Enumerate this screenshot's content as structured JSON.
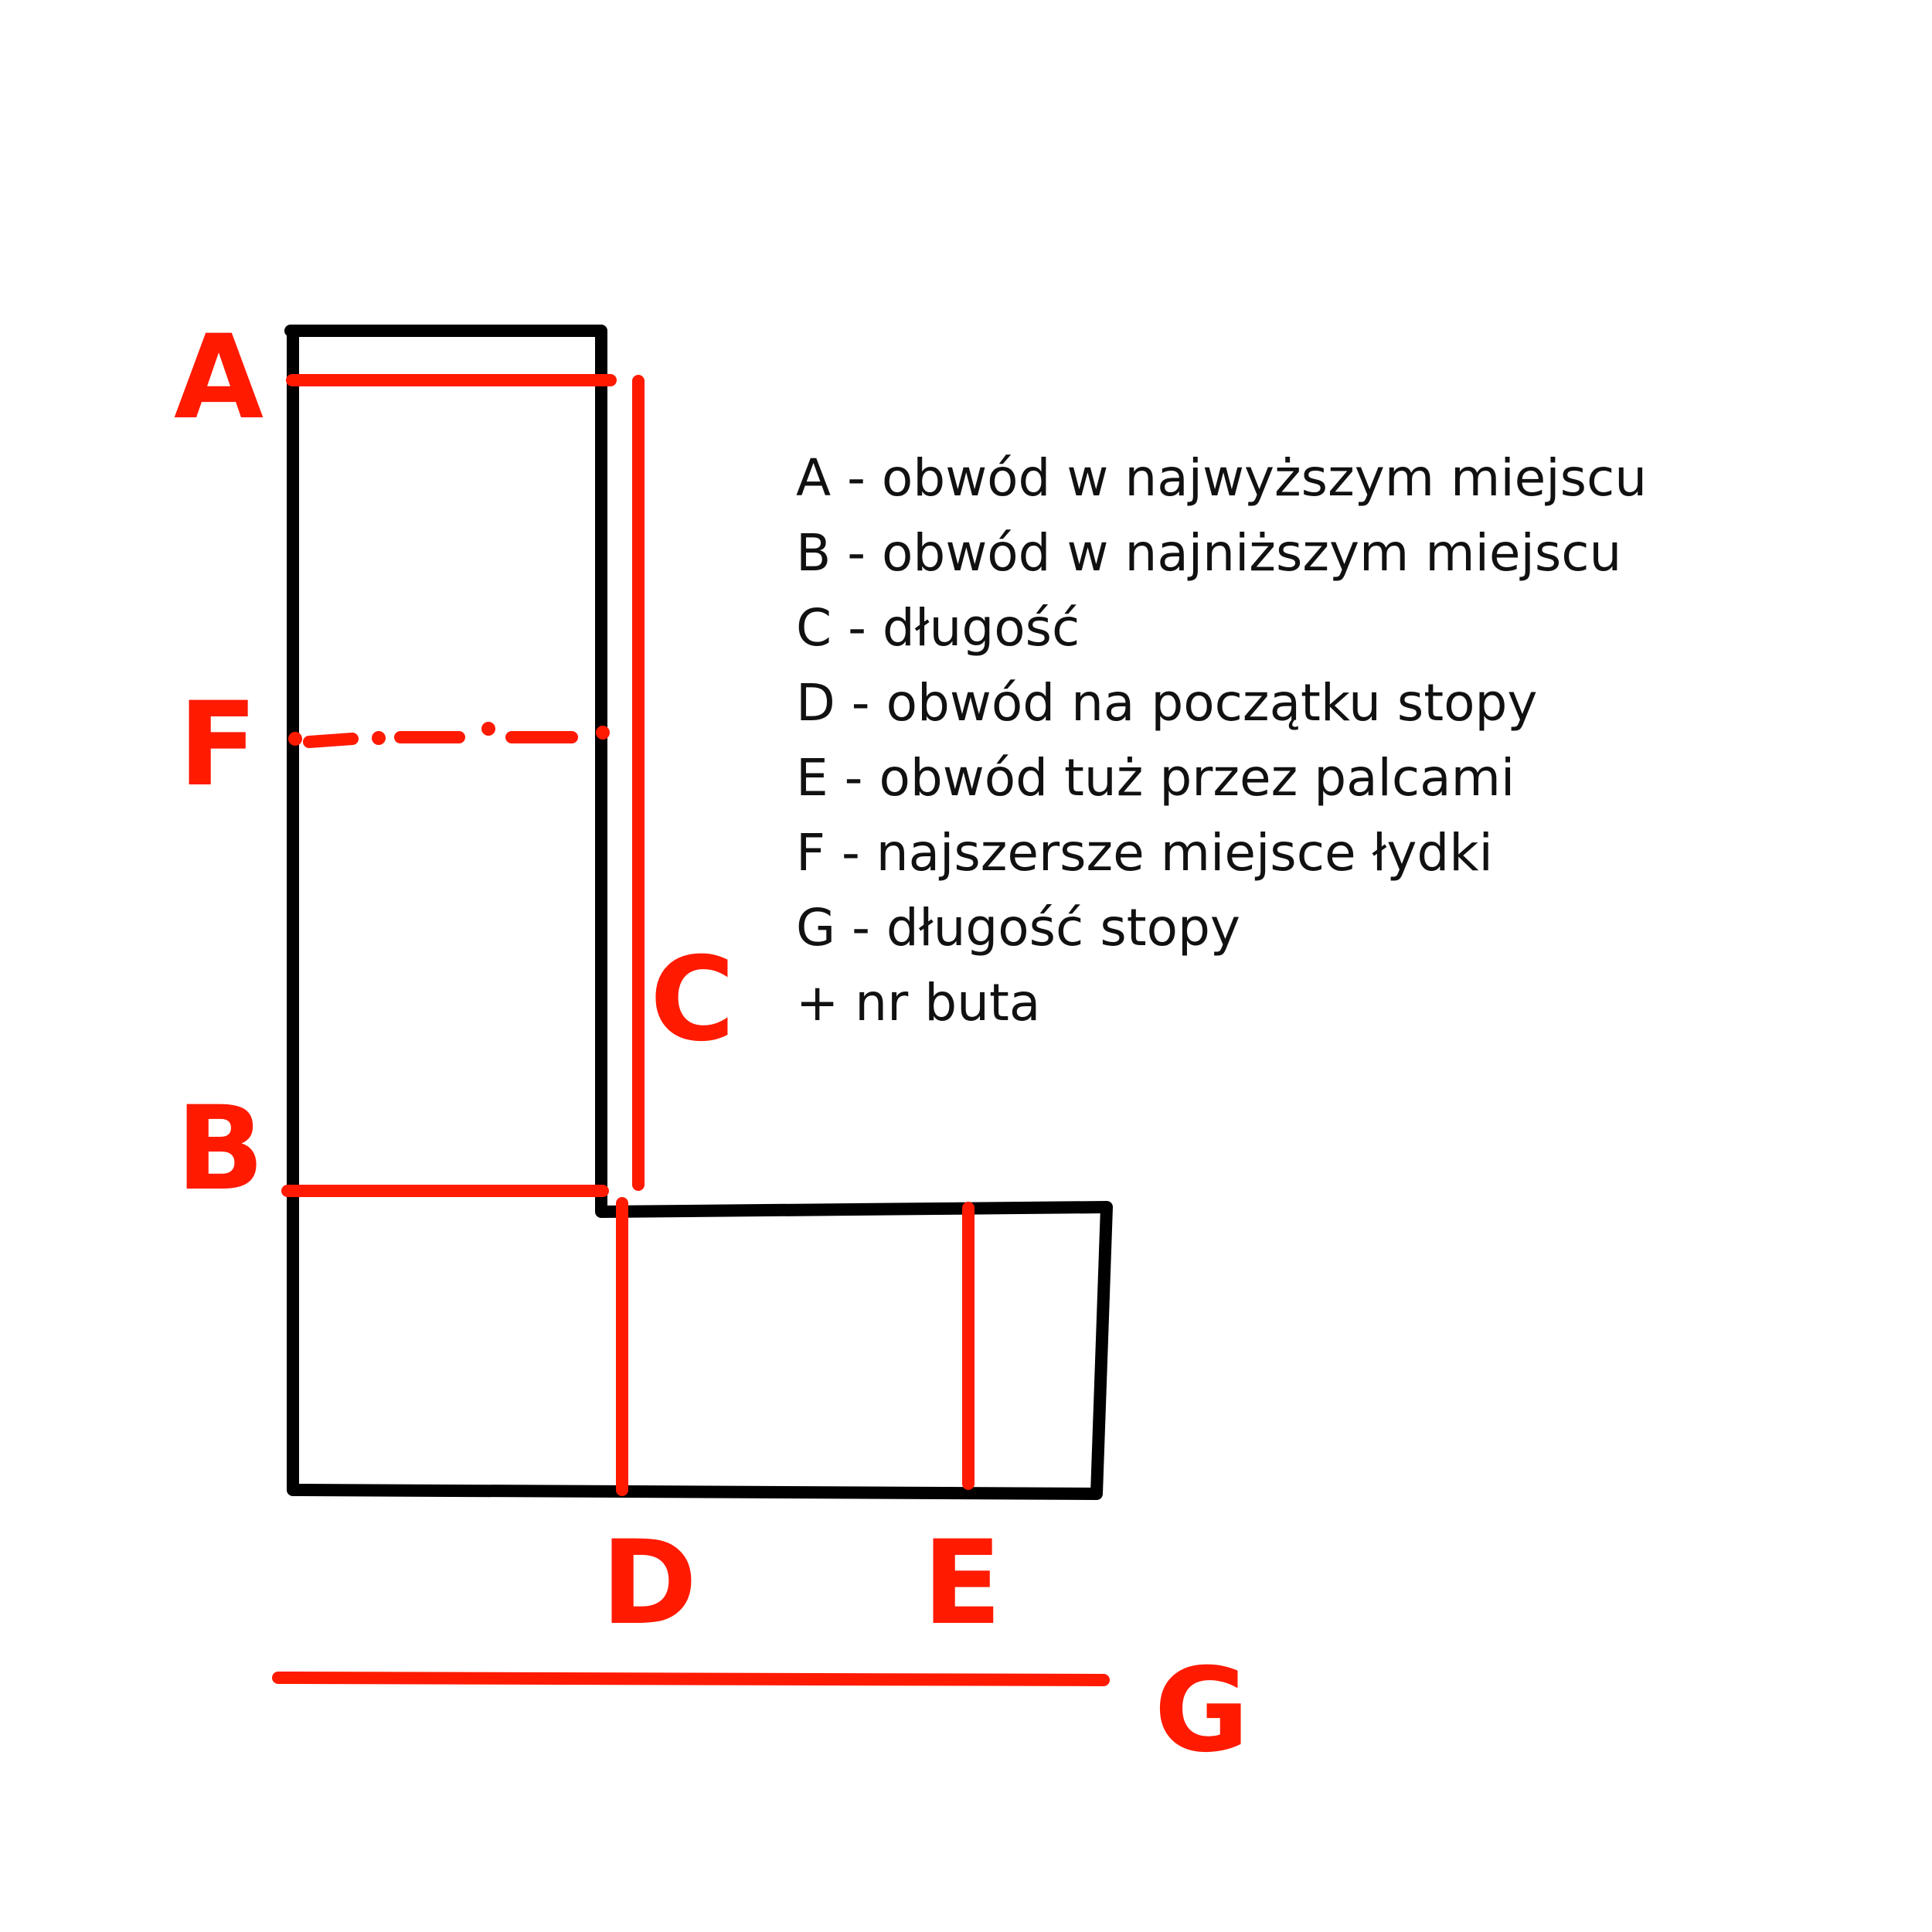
{
  "colors": {
    "outline": "#000000",
    "measure": "#ff1a00",
    "background": "#ffffff",
    "legend_text": "#111111"
  },
  "markers": {
    "a": "A",
    "b": "B",
    "c": "C",
    "d": "D",
    "e": "E",
    "f": "F",
    "g": "G"
  },
  "legend": [
    "A - obwód w najwyższym miejscu",
    "B - obwód w najniższym miejscu",
    "C - długość",
    "D - obwód na początku stopy",
    "E - obwód tuż przez palcami",
    "F - najszersze miejsce łydki",
    "G - długość stopy",
    "+ nr buta"
  ]
}
